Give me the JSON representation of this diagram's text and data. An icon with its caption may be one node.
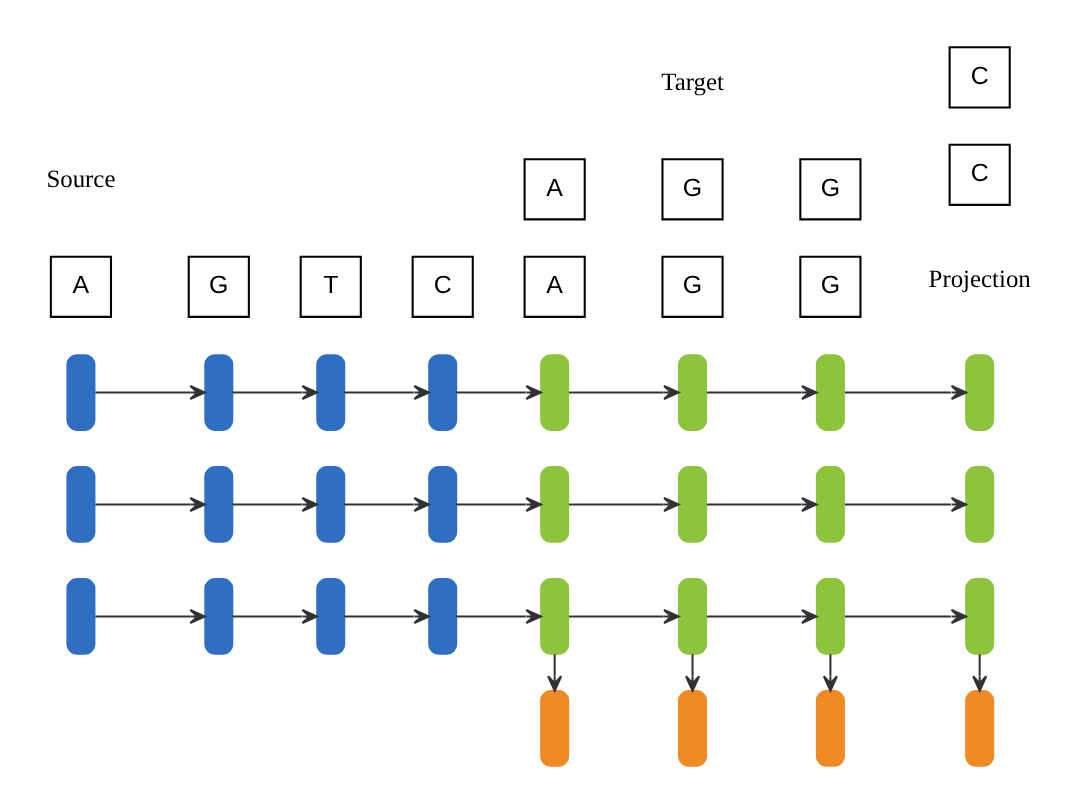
{
  "diagram": {
    "nodes": [
      {
        "text": [
          "A"
        ]
      },
      {
        "text": [
          "G"
        ]
      },
      {
        "text": [
          "G"
        ]
      },
      {
        "text": [
          "C"
        ]
      },
      {
        "text": [],
        "shape": "bar"
      },
      {
        "text": [],
        "shape": "bar"
      },
      {
        "text": [],
        "shape": "bar"
      },
      {
        "text": [],
        "shape": "bar"
      },
      {
        "text": [],
        "shape": "bar"
      },
      {
        "text": [],
        "shape": "bar"
      },
      {
        "text": [],
        "shape": "bar"
      },
      {
        "text": [],
        "shape": "bar"
      },
      {
        "text": [],
        "shape": "bar"
      },
      {
        "text": [],
        "shape": "bar"
      },
      {
        "text": [],
        "shape": "bar"
      },
      {
        "text": [],
        "shape": "bar"
      },
      {
        "text": [],
        "shape": "bar"
      },
      {
        "text": [],
        "shape": "bar"
      },
      {
        "text": [],
        "shape": "bar"
      },
      {
        "text": [],
        "shape": "bar"
      },
      {
        "text": [],
        "shape": "bar"
      },
      {
        "text": [],
        "shape": "bar"
      },
      {
        "text": [],
        "shape": "bar"
      },
      {
        "text": [],
        "shape": "bar"
      },
      {
        "text": [],
        "shape": "bar"
      },
      {
        "text": [],
        "shape": "bar"
      },
      {
        "text": [],
        "shape": "bar"
      },
      {
        "text": [],
        "shape": "bar"
      },
      {
        "text": [],
        "shape": "bar"
      },
      {
        "text": [],
        "shape": "bar"
      },
      {
        "text": [],
        "shape": "bar"
      },
      {
        "text": [],
        "shape": "bar"
      },
      {
        "text": [
          "A"
        ]
      },
      {
        "text": [
          "G"
        ]
      },
      {
        "text": [
          "T"
        ]
      },
      {
        "text": [
          "C"
        ]
      },
      {
        "text": [
          "A"
        ]
      },
      {
        "text": [
          "G"
        ]
      },
      {
        "text": [
          "G"
        ]
      },
      {
        "text": [
          "C"
        ]
      }
    ],
    "edges": [
      {
        "from": 8,
        "to": 9,
        "arrow": "to"
      },
      {
        "from": 9,
        "to": 10,
        "arrow": "to"
      },
      {
        "from": 10,
        "to": 11,
        "arrow": "to"
      },
      {
        "from": 11,
        "to": 12,
        "arrow": "to"
      },
      {
        "from": 12,
        "to": 13,
        "arrow": "to"
      },
      {
        "from": 13,
        "to": 14,
        "arrow": "to"
      },
      {
        "from": 14,
        "to": 15,
        "arrow": "to"
      },
      {
        "from": 12,
        "to": 4,
        "arrow": "to"
      },
      {
        "from": 13,
        "to": 5,
        "arrow": "to"
      },
      {
        "from": 14,
        "to": 6,
        "arrow": "to"
      },
      {
        "from": 15,
        "to": 7,
        "arrow": "to"
      },
      {
        "from": 16,
        "to": 17,
        "arrow": "to"
      },
      {
        "from": 17,
        "to": 18,
        "arrow": "to"
      },
      {
        "from": 18,
        "to": 19,
        "arrow": "to"
      },
      {
        "from": 19,
        "to": 20,
        "arrow": "to"
      },
      {
        "from": 20,
        "to": 21,
        "arrow": "to"
      },
      {
        "from": 21,
        "to": 22,
        "arrow": "to"
      },
      {
        "from": 22,
        "to": 23,
        "arrow": "to"
      },
      {
        "from": 24,
        "to": 25,
        "arrow": "to"
      },
      {
        "from": 25,
        "to": 26,
        "arrow": "to"
      },
      {
        "from": 26,
        "to": 27,
        "arrow": "to"
      },
      {
        "from": 27,
        "to": 28,
        "arrow": "to"
      },
      {
        "from": 28,
        "to": 29,
        "arrow": "to"
      },
      {
        "from": 29,
        "to": 30,
        "arrow": "to"
      },
      {
        "from": 30,
        "to": 31,
        "arrow": "to"
      }
    ],
    "labels": [
      "Projection",
      "Source",
      "Target"
    ]
  }
}
